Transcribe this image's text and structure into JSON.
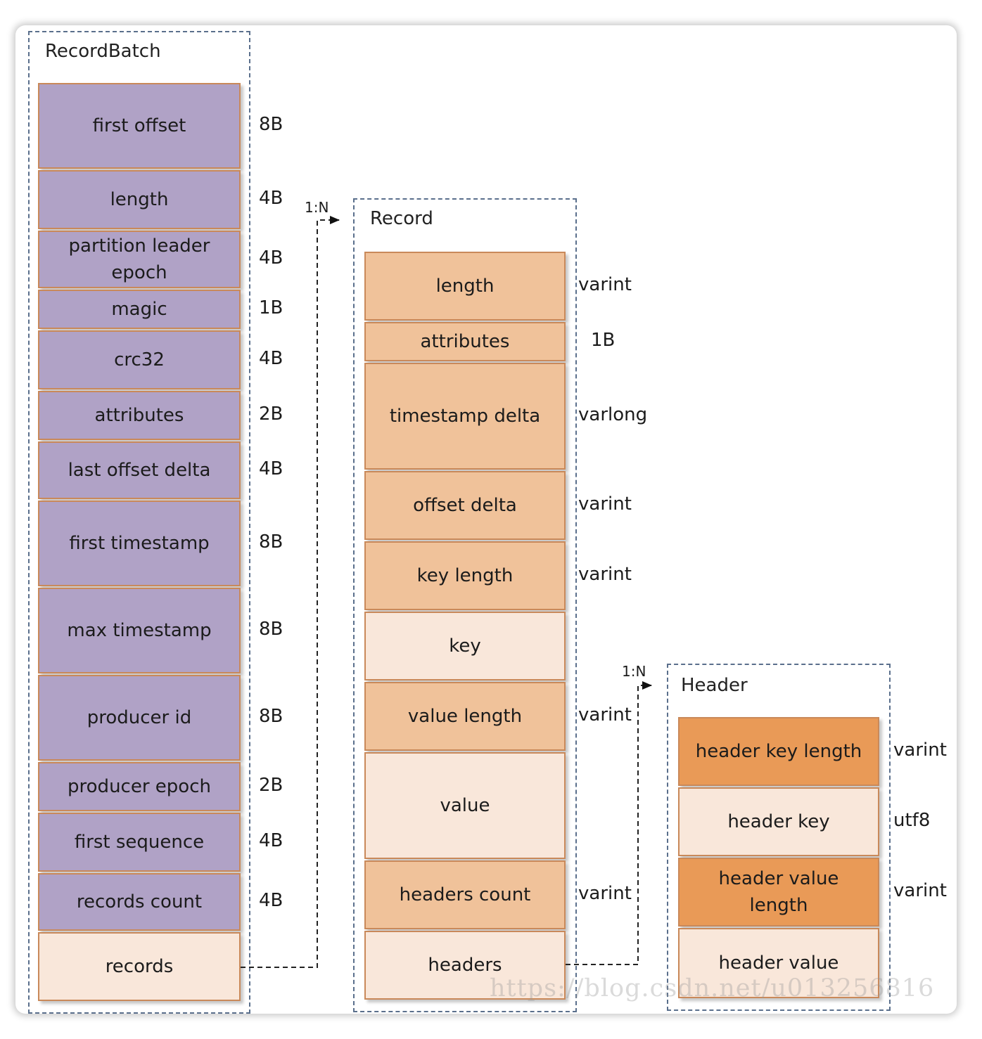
{
  "colors": {
    "purple": "#b0a2c6",
    "orange_medium": "#f0c29a",
    "orange_light": "#f9e7da",
    "orange_strong": "#e99a57",
    "border": "#c9895a",
    "group_border": "#5a6f8c"
  },
  "groups": {
    "record_batch": {
      "title": "RecordBatch",
      "fields": [
        {
          "label": "first offset",
          "size": "8B",
          "fill": "purple"
        },
        {
          "label": "length",
          "size": "4B",
          "fill": "purple"
        },
        {
          "label": "partition leader\nepoch",
          "size": "4B",
          "fill": "purple"
        },
        {
          "label": "magic",
          "size": "1B",
          "fill": "purple"
        },
        {
          "label": "crc32",
          "size": "4B",
          "fill": "purple"
        },
        {
          "label": "attributes",
          "size": "2B",
          "fill": "purple"
        },
        {
          "label": "last offset delta",
          "size": "4B",
          "fill": "purple"
        },
        {
          "label": "first timestamp",
          "size": "8B",
          "fill": "purple"
        },
        {
          "label": "max timestamp",
          "size": "8B",
          "fill": "purple"
        },
        {
          "label": "producer id",
          "size": "8B",
          "fill": "purple"
        },
        {
          "label": "producer epoch",
          "size": "2B",
          "fill": "purple"
        },
        {
          "label": "first sequence",
          "size": "4B",
          "fill": "purple"
        },
        {
          "label": "records count",
          "size": "4B",
          "fill": "purple"
        },
        {
          "label": "records",
          "size": "",
          "fill": "orange_light"
        }
      ]
    },
    "record": {
      "title": "Record",
      "fields": [
        {
          "label": "length",
          "size": "varint",
          "fill": "orange_medium"
        },
        {
          "label": "attributes",
          "size": "1B",
          "fill": "orange_medium"
        },
        {
          "label": "timestamp delta",
          "size": "varlong",
          "fill": "orange_medium"
        },
        {
          "label": "offset delta",
          "size": "varint",
          "fill": "orange_medium"
        },
        {
          "label": "key length",
          "size": "varint",
          "fill": "orange_medium"
        },
        {
          "label": "key",
          "size": "",
          "fill": "orange_light"
        },
        {
          "label": "value length",
          "size": "varint",
          "fill": "orange_medium"
        },
        {
          "label": "value",
          "size": "",
          "fill": "orange_light"
        },
        {
          "label": "headers count",
          "size": "varint",
          "fill": "orange_medium"
        },
        {
          "label": "headers",
          "size": "",
          "fill": "orange_light"
        }
      ]
    },
    "header": {
      "title": "Header",
      "fields": [
        {
          "label": "header key length",
          "size": "varint",
          "fill": "orange_strong"
        },
        {
          "label": "header key",
          "size": "utf8",
          "fill": "orange_light"
        },
        {
          "label": "header value\nlength",
          "size": "varint",
          "fill": "orange_strong"
        },
        {
          "label": "header value",
          "size": "",
          "fill": "orange_light"
        }
      ]
    }
  },
  "relations": {
    "records_to_record": "1:N",
    "headers_to_header": "1:N"
  },
  "watermark": "https://blog.csdn.net/u013256816"
}
